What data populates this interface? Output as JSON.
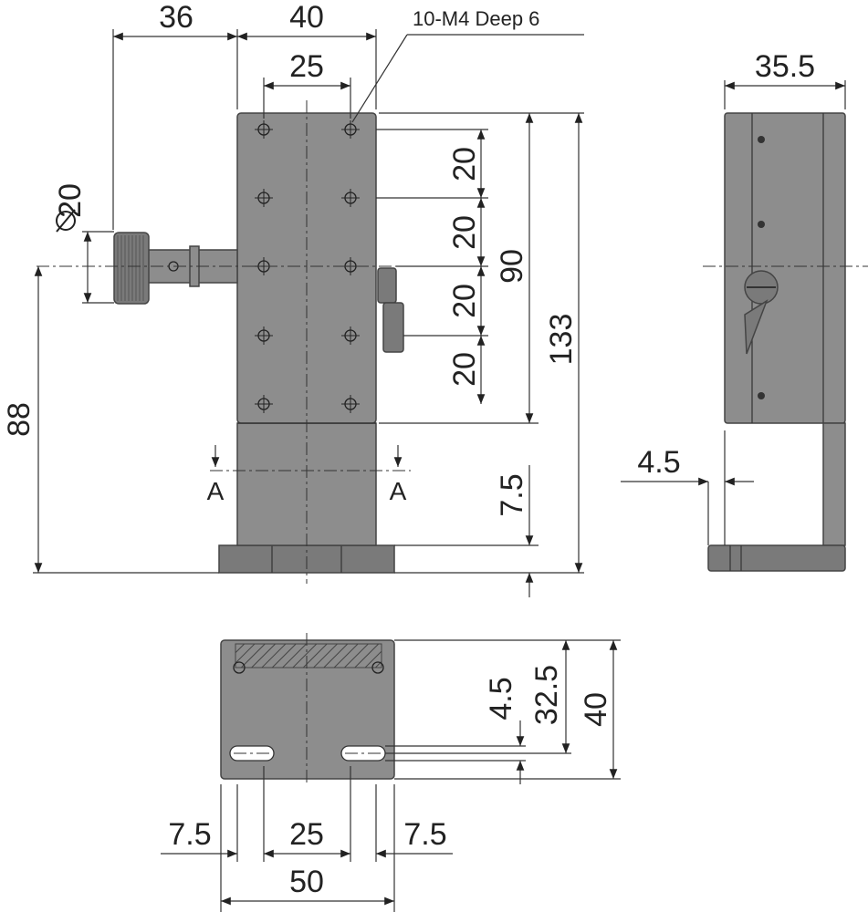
{
  "note": "10-M4 Deep 6",
  "section_label": "A",
  "front_view": {
    "dims": {
      "knob_offset": "36",
      "stage_width": "40",
      "hole_spacing": "25",
      "knob_diameter": "20",
      "hole_pitch_1": "20",
      "hole_pitch_2": "20",
      "hole_pitch_3": "20",
      "hole_pitch_4": "20",
      "hole_span": "90",
      "total_height": "133",
      "center_height": "88",
      "base_height": "7.5"
    }
  },
  "side_view": {
    "dims": {
      "depth": "35.5",
      "offset": "4.5"
    }
  },
  "bottom_view": {
    "dims": {
      "slot_offset": "4.5",
      "slot_position": "32.5",
      "depth": "40",
      "left_margin": "7.5",
      "slot_spacing": "25",
      "right_margin": "7.5",
      "base_width": "50"
    }
  }
}
